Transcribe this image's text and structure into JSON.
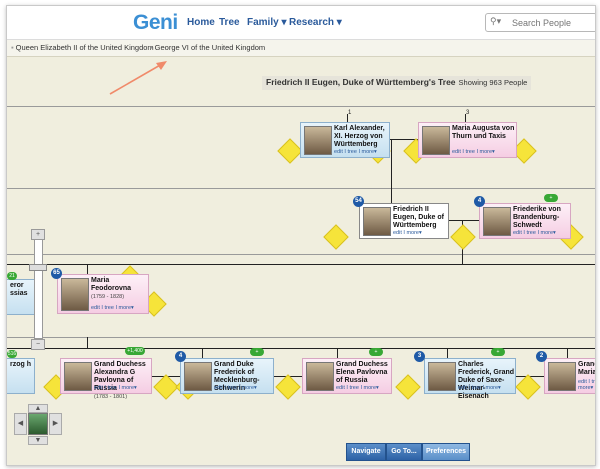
{
  "nav": {
    "logo": "Geni",
    "home": "Home",
    "tree": "Tree",
    "family": "Family ▾",
    "research": "Research ▾",
    "search_placeholder": "Search People"
  },
  "breadcrumb": {
    "items": [
      "Queen Elizabeth II of the United Kingdom",
      "George VI of the United Kingdom"
    ],
    "title": "Friedrich II Eugen, Duke of Württemberg's Tree",
    "count": "Showing 963 People"
  },
  "cards": [
    {
      "name": "Karl Alexander, XI. Herzog von Württemberg",
      "dates": "",
      "links": "edit I tree I more▾",
      "num": "1"
    },
    {
      "name": "Maria Augusta von Thurn und Taxis",
      "dates": "",
      "links": "edit I tree I more▾",
      "num": "3"
    },
    {
      "name": "Friedrich II Eugen, Duke of Württemberg",
      "dates": "",
      "links": "edit I more▾",
      "badge": "54"
    },
    {
      "name": "Friederike von Brandenburg-Schwedt",
      "dates": "",
      "links": "edit I tree I more▾",
      "badge": "4"
    },
    {
      "name": "Maria Feodorovna",
      "dates": "(1759 - 1828)",
      "links": "edit I tree I more▾",
      "badge": "65"
    },
    {
      "name": "Grand Duchess Alexandra G Pavlovna of Russia",
      "dates": "(1783 - 1801)",
      "links": "edit I tree I more▾",
      "gbadge": "+1,400"
    },
    {
      "name": "Grand Duke Frederick of Mecklenburg-Schwerin",
      "dates": "",
      "links": "edit I tree I more▾",
      "badge": "4"
    },
    {
      "name": "Grand Duchess Elena Pavlovna of Russia",
      "dates": "",
      "links": "edit I tree I more▾"
    },
    {
      "name": "Charles Frederick, Grand Duke of Saxe-Weimar-Eisenach",
      "dates": "",
      "links": "edit I tree I more▾",
      "badge": "3"
    },
    {
      "name": "Grand Maria I",
      "dates": "",
      "links": "edit I tree I more▾",
      "badge": "2"
    }
  ],
  "edge_cards": {
    "left_top": "eror ssias",
    "left_top_badge": "21",
    "left_bottom": "rzog h",
    "left_bottom_badge": "516"
  },
  "bottom_tabs": [
    "Navigate",
    "Go To...",
    "Preferences"
  ],
  "colors": {
    "brand": "#3b8fd4",
    "male_card": "#c6e0f0",
    "female_card": "#f5cde3",
    "badge": "#1f5aa6"
  }
}
